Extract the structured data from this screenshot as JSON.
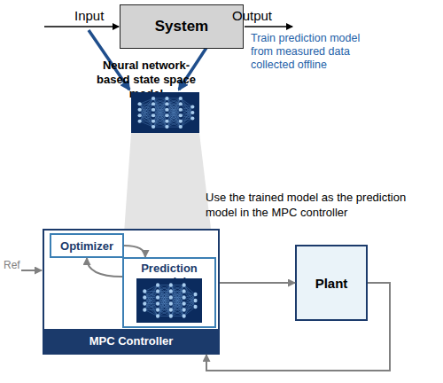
{
  "diagram": {
    "nodes": [
      {
        "text": [
          "System"
        ]
      },
      {
        "text": [
          "Neural network-based state space model"
        ]
      },
      {
        "text": [
          "MPC Controller"
        ]
      },
      {
        "text": [
          "Optimizer"
        ],
        "in": 2
      },
      {
        "text": [
          "Prediction model"
        ],
        "in": 2
      },
      {
        "text": [
          "Plant"
        ]
      }
    ],
    "edges": [
      {
        "from": 3,
        "to": 4,
        "arrow": "to"
      },
      {
        "from": 4,
        "to": 3,
        "arrow": "to"
      },
      {
        "from": 2,
        "to": 5,
        "arrow": "to"
      },
      {
        "from": 5,
        "to": 2,
        "arrow": "to"
      }
    ],
    "labels": [
      "Input",
      "Output",
      "Train prediction model from measured data collected offline",
      "Use the trained model as the prediction model in the MPC controller",
      "Ref"
    ]
  }
}
